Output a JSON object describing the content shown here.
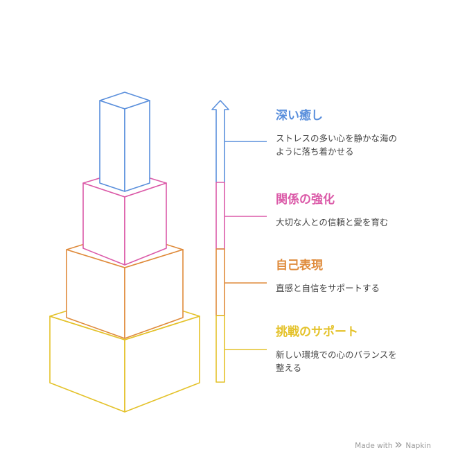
{
  "colors": {
    "blue": "#5a8fdc",
    "pink": "#db5aa8",
    "orange": "#df8a3a",
    "yellow": "#e4c22a",
    "text": "#444444",
    "watermark": "#9a9a9a"
  },
  "levels": [
    {
      "title": "深い癒し",
      "description": "ストレスの多い心を静かな海のように落ち着かせる",
      "color": "#5a8fdc"
    },
    {
      "title": "関係の強化",
      "description": "大切な人との信頼と愛を育む",
      "color": "#db5aa8"
    },
    {
      "title": "自己表現",
      "description": "直感と自信をサポートする",
      "color": "#df8a3a"
    },
    {
      "title": "挑戦のサポート",
      "description": "新しい環境での心のバランスを整える",
      "color": "#e4c22a"
    }
  ],
  "watermark": {
    "prefix": "Made with",
    "brand": "Napkin"
  }
}
